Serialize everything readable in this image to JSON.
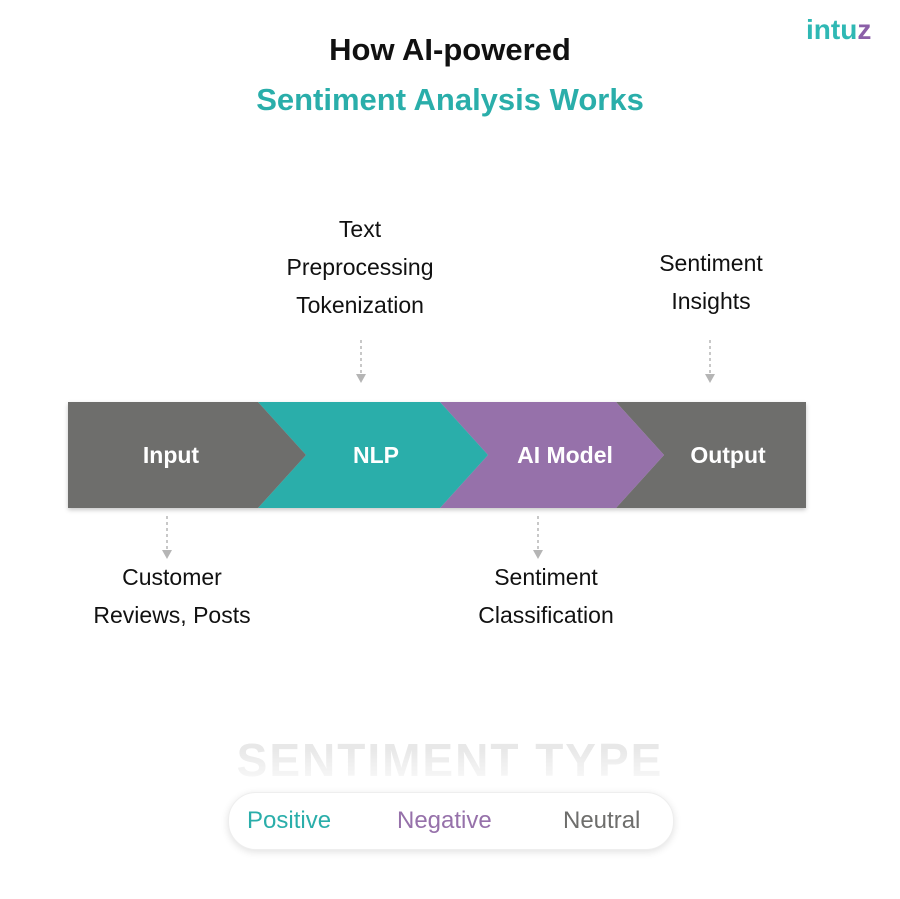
{
  "brand": {
    "logo_main": "intu",
    "logo_accent": "z",
    "colors": {
      "teal": "#2fb8b4",
      "purple": "#8b5fa8"
    }
  },
  "title": {
    "line1": "How AI-powered",
    "line2": "Sentiment Analysis Works"
  },
  "pipeline": {
    "stages": [
      {
        "label": "Input",
        "color": "#6e6e6c"
      },
      {
        "label": "NLP",
        "color": "#2aaeaa"
      },
      {
        "label": "AI Model",
        "color": "#9671aa"
      },
      {
        "label": "Output",
        "color": "#6e6e6c"
      }
    ]
  },
  "notes": {
    "nlp_above": [
      "Text",
      "Preprocessing",
      "Tokenization"
    ],
    "output_above": [
      "Sentiment",
      "Insights"
    ],
    "input_below": [
      "Customer",
      "Reviews, Posts"
    ],
    "ai_below": [
      "Sentiment",
      "Classification"
    ]
  },
  "legend": {
    "title": "SENTIMENT TYPE",
    "items": [
      {
        "label": "Positive",
        "color": "#2aaeaa"
      },
      {
        "label": "Negative",
        "color": "#9671aa"
      },
      {
        "label": "Neutral",
        "color": "#6e6e6c"
      }
    ]
  }
}
